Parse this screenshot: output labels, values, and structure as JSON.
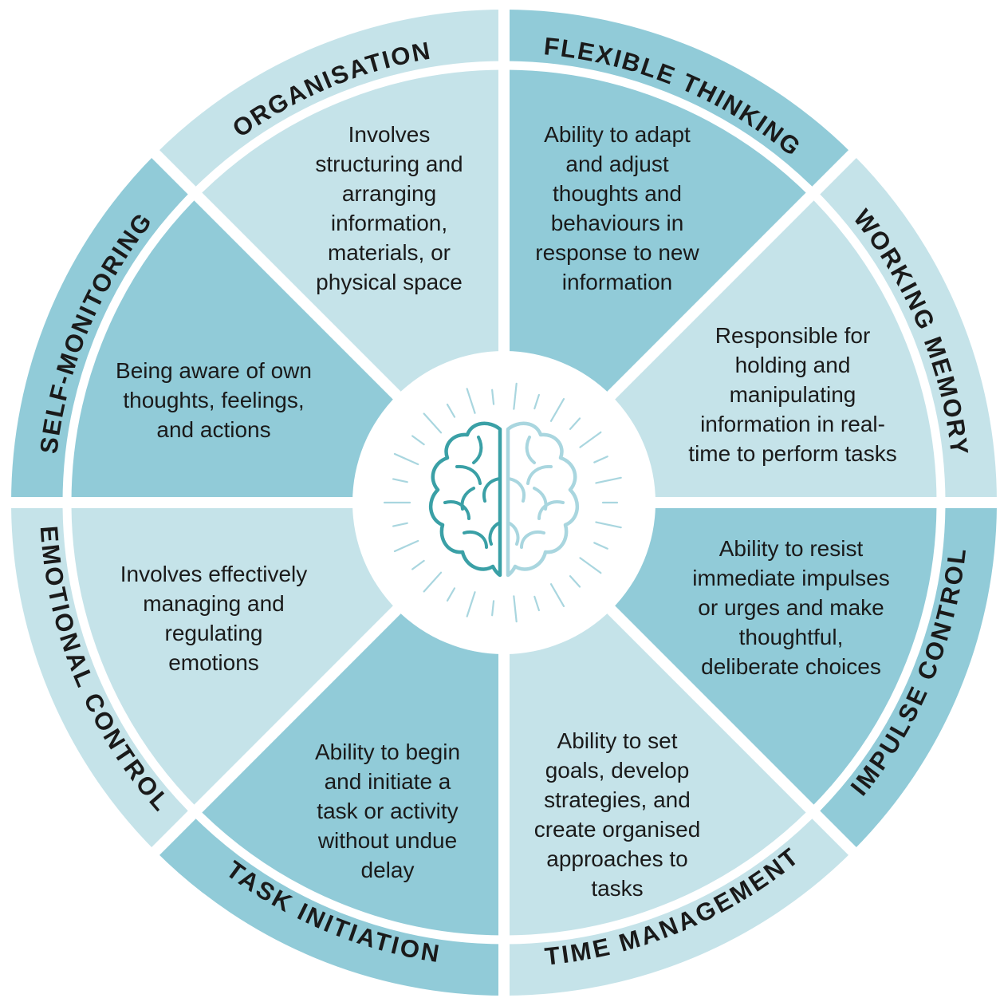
{
  "colors": {
    "light": "#c5e3e9",
    "dark": "#91cbd8",
    "center": "#ffffff",
    "brain_left": "#3aa0a6",
    "brain_right": "#a9d6df",
    "rays": "#a9d6df",
    "text": "#1a1a1a"
  },
  "center_icon": "brain-icon",
  "segments": [
    {
      "id": "organisation",
      "title": "ORGANISATION",
      "lines": [
        "Involves",
        "structuring and",
        "arranging",
        "information,",
        "materials, or",
        "physical space"
      ],
      "inner_shade": "light",
      "ring_shade": "light"
    },
    {
      "id": "flexible-thinking",
      "title": "FLEXIBLE THINKING",
      "lines": [
        "Ability to adapt",
        "and adjust",
        "thoughts and",
        "behaviours in",
        "response to new",
        "information"
      ],
      "inner_shade": "dark",
      "ring_shade": "dark"
    },
    {
      "id": "working-memory",
      "title": "WORKING MEMORY",
      "lines": [
        "Responsible for",
        "holding and",
        "manipulating",
        "information in real-",
        "time to perform tasks"
      ],
      "inner_shade": "light",
      "ring_shade": "light"
    },
    {
      "id": "impulse-control",
      "title": "IMPULSE CONTROL",
      "lines": [
        "Ability to resist",
        "immediate impulses",
        "or urges and make",
        "thoughtful,",
        "deliberate choices"
      ],
      "inner_shade": "dark",
      "ring_shade": "dark"
    },
    {
      "id": "time-management",
      "title": "TIME MANAGEMENT",
      "lines": [
        "Ability to set",
        "goals, develop",
        "strategies, and",
        "create organised",
        "approaches to",
        "tasks"
      ],
      "inner_shade": "light",
      "ring_shade": "light"
    },
    {
      "id": "task-initiation",
      "title": "TASK INITIATION",
      "lines": [
        "Ability to begin",
        "and initiate a",
        "task or activity",
        "without undue",
        "delay"
      ],
      "inner_shade": "dark",
      "ring_shade": "dark"
    },
    {
      "id": "emotional-control",
      "title": "EMOTIONAL CONTROL",
      "lines": [
        "Involves effectively",
        "managing and",
        "regulating",
        "emotions"
      ],
      "inner_shade": "light",
      "ring_shade": "light"
    },
    {
      "id": "self-monitoring",
      "title": "SELF-MONITORING",
      "lines": [
        "Being aware of own",
        "thoughts, feelings,",
        "and actions"
      ],
      "inner_shade": "dark",
      "ring_shade": "dark"
    }
  ]
}
